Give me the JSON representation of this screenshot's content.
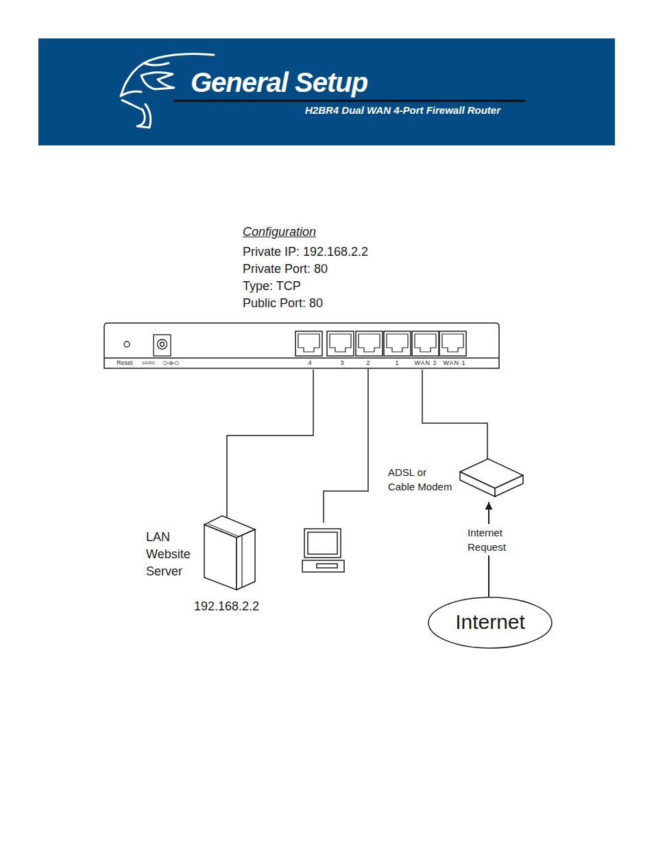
{
  "diagram": {
    "title": "General Setup",
    "nodes": [
      {
        "text": [
          "Reset",
          "12VDC",
          "4",
          "3",
          "2",
          "1",
          "WAN 2",
          "WAN 1"
        ]
      },
      {
        "text": [
          "LAN Website Server",
          "192.168.2.2"
        ]
      },
      {
        "text": [
          "ADSL or Cable Modem"
        ]
      },
      {
        "text": [
          "Internet"
        ]
      }
    ],
    "edges": [
      {
        "from": 0,
        "to": 1,
        "arrow": "none"
      },
      {
        "from": 0,
        "to": 2,
        "arrow": "none"
      },
      {
        "from": 3,
        "to": 2,
        "label": "Internet Request",
        "arrow": "to"
      }
    ],
    "labels": [
      "H2BR4 Dual WAN 4-Port Firewall Router",
      "Configuration",
      "Private IP: 192.168.2.2",
      "Private Port: 80",
      "Type: TCP",
      "Public Port: 80"
    ]
  }
}
